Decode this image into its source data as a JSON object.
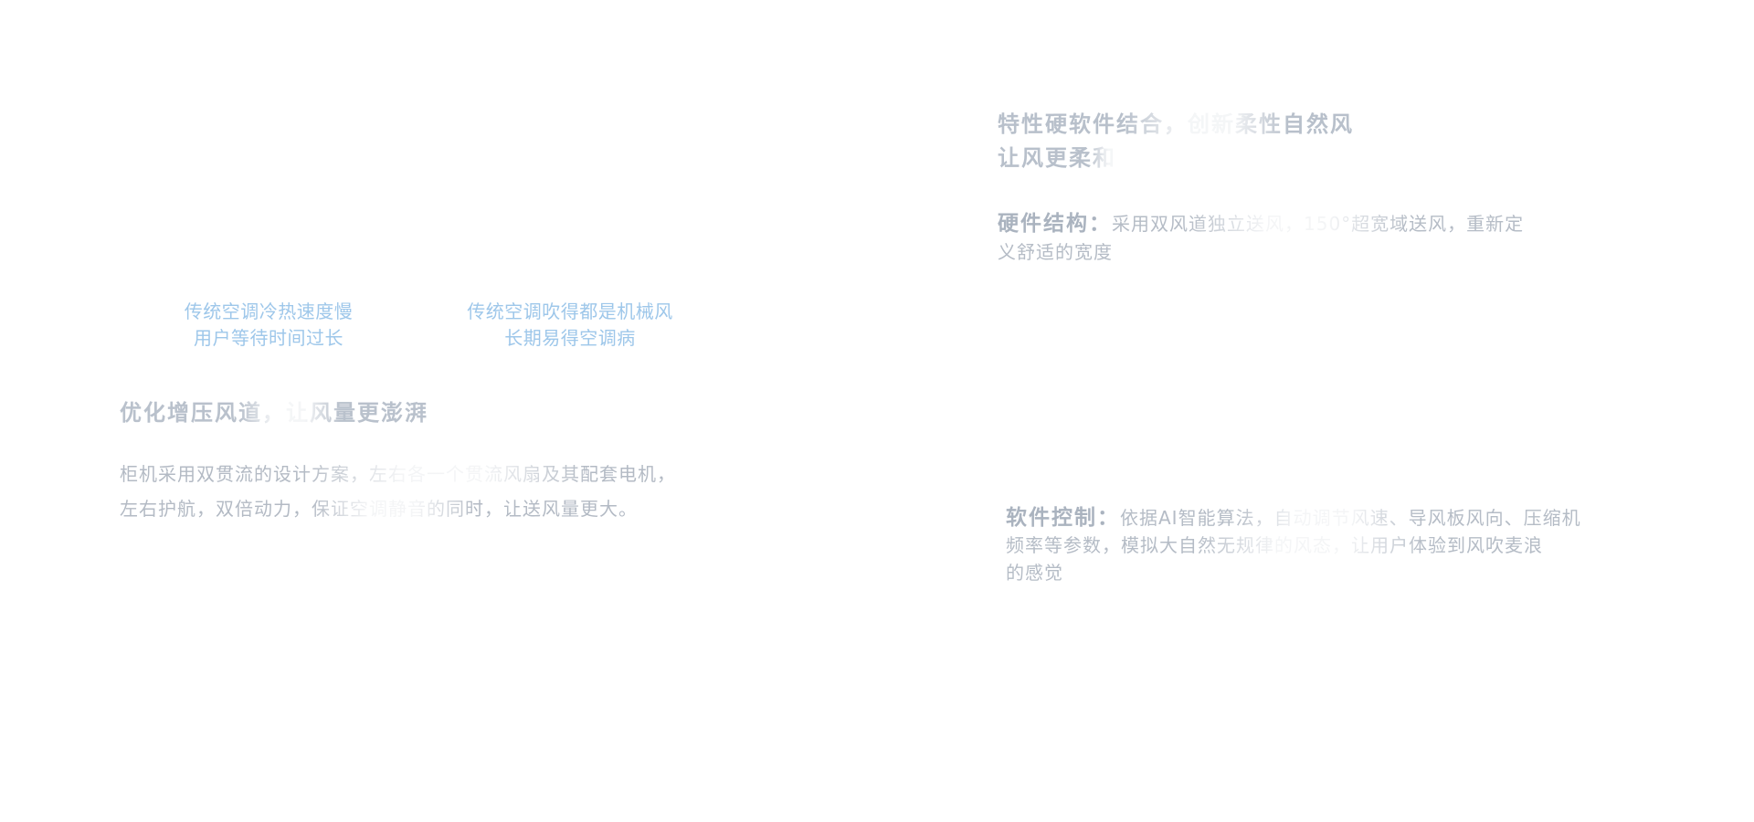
{
  "left": {
    "caption_1": {
      "line_1": "传统空调冷热速度慢",
      "line_2": "用户等待时间过长"
    },
    "caption_2": {
      "line_1": "传统空调吹得都是机械风",
      "line_2": "长期易得空调病"
    },
    "title": "优化增压风道，让风量更澎湃",
    "body": {
      "line_1": "柜机采用双贯流的设计方案，左右各一个贯流风扇及其配套电机，",
      "line_2": "左右护航，双倍动力，保证空调静音的同时，让送风量更大。"
    }
  },
  "right": {
    "title": {
      "line_1": "特性硬软件结合，创新柔性自然风",
      "line_2": "让风更柔和"
    },
    "hardware": {
      "lead": "硬件结构：",
      "line_1": "采用双风道独立送风，150°超宽域送风，重新定",
      "line_2": "义舒适的宽度"
    },
    "software": {
      "lead": "软件控制：",
      "line_1": "依据AI智能算法，自动调节风速、导风板风向、压缩机",
      "line_2": "频率等参数，模拟大自然无规律的风态，让用户体验到风吹麦浪",
      "line_3": "的感觉"
    }
  }
}
